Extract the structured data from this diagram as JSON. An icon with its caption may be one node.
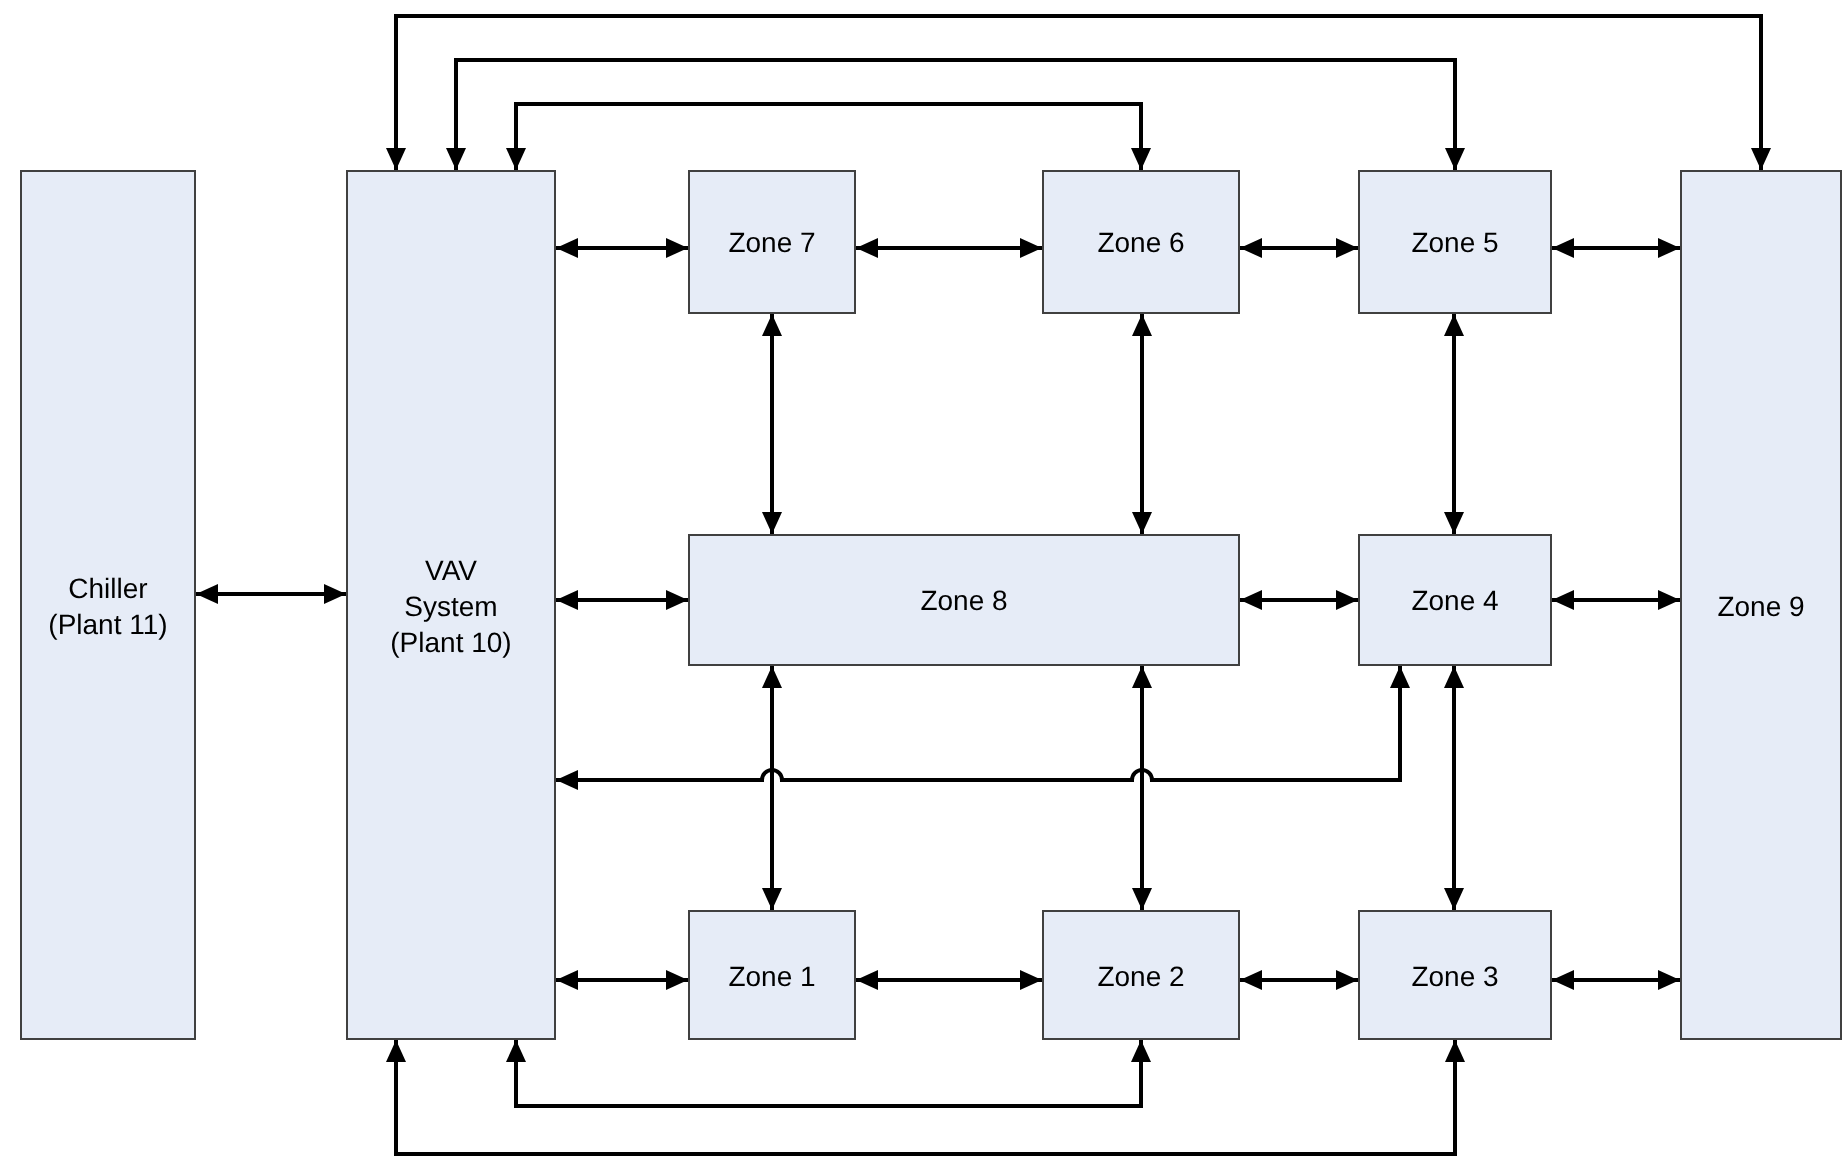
{
  "diagram": {
    "nodes": [
      {
        "text": [
          "Chiller (Plant 11)"
        ]
      },
      {
        "text": [
          "VAV System (Plant 10)"
        ]
      },
      {
        "text": [
          "Zone 7"
        ]
      },
      {
        "text": [
          "Zone 6"
        ]
      },
      {
        "text": [
          "Zone 5"
        ]
      },
      {
        "text": [
          "Zone 8"
        ]
      },
      {
        "text": [
          "Zone 4"
        ]
      },
      {
        "text": [
          "Zone 1"
        ]
      },
      {
        "text": [
          "Zone 2"
        ]
      },
      {
        "text": [
          "Zone 3"
        ]
      },
      {
        "text": [
          "Zone 9"
        ]
      }
    ],
    "edges": [
      {
        "from": 0,
        "to": 1,
        "arrow": "both"
      },
      {
        "from": 1,
        "to": 2,
        "arrow": "both"
      },
      {
        "from": 2,
        "to": 3,
        "arrow": "both"
      },
      {
        "from": 3,
        "to": 4,
        "arrow": "both"
      },
      {
        "from": 4,
        "to": 10,
        "arrow": "both"
      },
      {
        "from": 1,
        "to": 5,
        "arrow": "both"
      },
      {
        "from": 5,
        "to": 6,
        "arrow": "both"
      },
      {
        "from": 6,
        "to": 10,
        "arrow": "both"
      },
      {
        "from": 1,
        "to": 7,
        "arrow": "both"
      },
      {
        "from": 7,
        "to": 8,
        "arrow": "both"
      },
      {
        "from": 8,
        "to": 9,
        "arrow": "both"
      },
      {
        "from": 9,
        "to": 10,
        "arrow": "both"
      },
      {
        "from": 2,
        "to": 5,
        "arrow": "both"
      },
      {
        "from": 3,
        "to": 5,
        "arrow": "both"
      },
      {
        "from": 4,
        "to": 6,
        "arrow": "both"
      },
      {
        "from": 5,
        "to": 7,
        "arrow": "both"
      },
      {
        "from": 5,
        "to": 8,
        "arrow": "both"
      },
      {
        "from": 6,
        "to": 9,
        "arrow": "both"
      },
      {
        "from": 1,
        "to": 6,
        "arrow": "both"
      },
      {
        "from": 1,
        "to": 10,
        "arrow": "both"
      },
      {
        "from": 1,
        "to": 4,
        "arrow": "both"
      },
      {
        "from": 1,
        "to": 3,
        "arrow": "both"
      },
      {
        "from": 1,
        "to": 8,
        "arrow": "both"
      },
      {
        "from": 1,
        "to": 9,
        "arrow": "both"
      }
    ]
  }
}
